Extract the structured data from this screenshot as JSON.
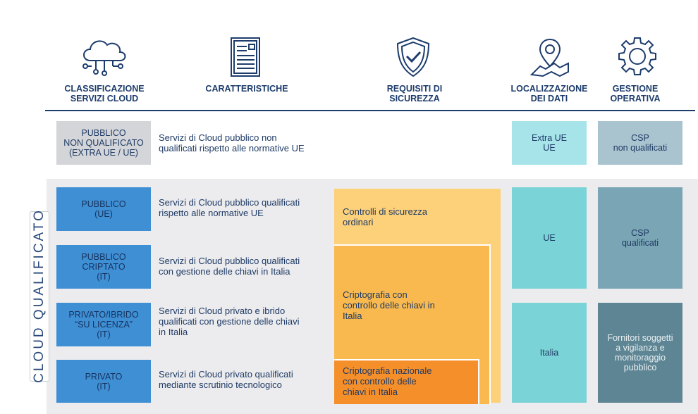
{
  "colors": {
    "navy": "#1d3c6c",
    "blue_box": "#3f8fd4",
    "gray_box": "#d4d5d8",
    "security_1": "#fdd07a",
    "security_2": "#f9b94f",
    "security_3": "#f58f2a",
    "location_extra": "#a6e4ea",
    "location_ue": "#7ad3d6",
    "operations_csp_nq": "#a9c4ce",
    "operations_csp_q": "#79a5b4",
    "operations_vigilanza": "#5e8594"
  },
  "headers": {
    "classification": "CLASSIFICAZIONE\nSERVIZI CLOUD",
    "characteristics": "CARATTERISTICHE",
    "security": "REQUISITI DI\nSICUREZZA",
    "location": "LOCALIZZAZIONE\nDEI DATI",
    "operations": "GESTIONE\nOPERATIVA"
  },
  "icons": {
    "classification": "cloud-network-icon",
    "characteristics": "document-icon",
    "security": "shield-check-icon",
    "location": "map-pin-icon",
    "operations": "gear-icon"
  },
  "vertical_label": "CLOUD QUALIFICATO",
  "rows": [
    {
      "classification": "PUBBLICO\nNON QUALIFICATO\n(EXTRA UE / UE)",
      "description": "Servizi di Cloud pubblico non\nqualificati rispetto alle normative UE"
    },
    {
      "classification": "PUBBLICO\n(UE)",
      "description": "Servizi di Cloud pubblico qualificati\nrispetto alle normative UE"
    },
    {
      "classification": "PUBBLICO\nCRIPTATO\n(IT)",
      "description": "Servizi di Cloud pubblico qualificati\ncon gestione delle chiavi in Italia"
    },
    {
      "classification": "PRIVATO/IBRIDO\n“SU LICENZA”\n(IT)",
      "description": "Servizi di Cloud privato e ibrido\nqualificati con gestione delle chiavi\nin Italia"
    },
    {
      "classification": "PRIVATO\n(IT)",
      "description": "Servizi di Cloud privato qualificati\nmediante scrutinio tecnologico"
    }
  ],
  "security": [
    "Controlli di sicurezza\nordinari",
    "Criptografia con\ncontrollo delle chiavi in\nItalia",
    "Criptografia nazionale\ncon controllo delle\nchiavi in Italia"
  ],
  "location": {
    "non_qualified": "Extra UE\nUE",
    "ue": "UE",
    "italia": "Italia"
  },
  "operations": {
    "non_qualified": "CSP\nnon qualificati",
    "qualified": "CSP\nqualificati",
    "vigilanza": "Fornitori soggetti\na vigilanza e\nmonitoraggio\npubblico"
  }
}
